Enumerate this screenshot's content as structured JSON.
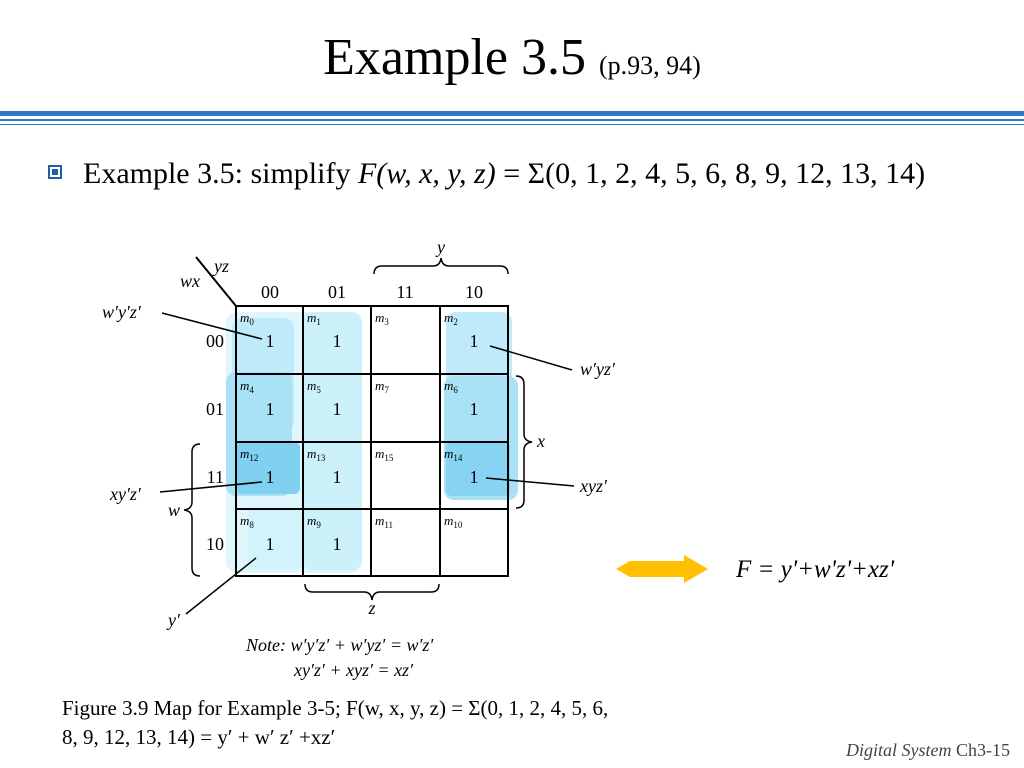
{
  "slide": {
    "title_main": "Example 3.5",
    "title_sub": "(p.93, 94)",
    "bullet_lead": "Example 3.5: simplify ",
    "bullet_func": "F",
    "bullet_args": "(w, x, y, z)",
    "bullet_sum": " = Σ(0, 1, 2, 4, 5, 6, 8, 9, 12, 13, 14)"
  },
  "kmap": {
    "corner_col_var": "yz",
    "corner_row_var": "wx",
    "col_headers": [
      "00",
      "01",
      "11",
      "10"
    ],
    "row_headers": [
      "00",
      "01",
      "11",
      "10"
    ],
    "minterm_prefix": "m",
    "minterm_index": [
      [
        "0",
        "1",
        "3",
        "2"
      ],
      [
        "4",
        "5",
        "7",
        "6"
      ],
      [
        "12",
        "13",
        "15",
        "14"
      ],
      [
        "8",
        "9",
        "11",
        "10"
      ]
    ],
    "cell_values": [
      [
        "1",
        "1",
        "",
        ""
      ],
      [
        "1",
        "1",
        "",
        ""
      ],
      [
        "1",
        "1",
        "",
        "1"
      ],
      [
        "1",
        "1",
        "",
        ""
      ]
    ],
    "cell_values_full": [
      [
        "1",
        "1",
        "",
        "1"
      ],
      [
        "1",
        "1",
        "",
        "1"
      ],
      [
        "1",
        "1",
        "",
        "1"
      ],
      [
        "1",
        "1",
        "",
        ""
      ]
    ],
    "brace_labels": {
      "top": "y",
      "right": "x",
      "left": "w",
      "bottom": "z"
    },
    "term_labels": {
      "wyz_top_left": "w′y′z′",
      "wyz_top_right": "w′yz′",
      "xyz_left": "xy′z′",
      "xyz_right": "xyz′",
      "y_prime": "y′"
    },
    "note_line1": "Note: w′y′z′ + w′yz′ = w′z′",
    "note_line2": "xy′z′ + xyz′ = xz′"
  },
  "result": {
    "expr": "F = y'+w'z'+xz'",
    "arrow_color": "#ffc000"
  },
  "caption": {
    "line1": "Figure 3.9 Map for Example 3-5; F(w, x, y, z) = Σ(0, 1, 2, 4, 5, 6,",
    "line2": "8, 9, 12, 13, 14) = y′ + w′ z′ +xz′"
  },
  "footer": {
    "course": "Digital System",
    "page": "Ch3-15"
  },
  "colors": {
    "title_rule": "#2e7bc4",
    "group_light": "#cdf2fb",
    "group_mid": "#9fe0f6",
    "group_dark": "#6cc8ee"
  }
}
